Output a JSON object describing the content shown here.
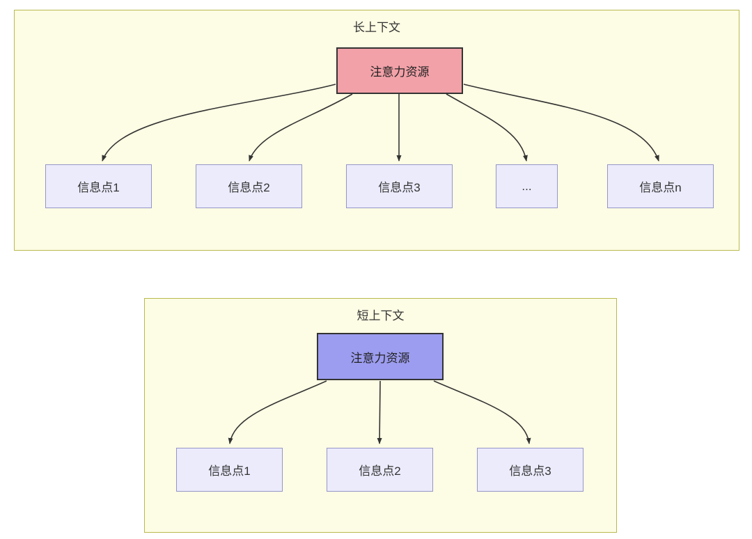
{
  "colors": {
    "panel_bg": "#fdfce4",
    "panel_border": "#b9b94e",
    "attention_long_bg": "#f2a1a8",
    "attention_short_bg": "#9c9cf0",
    "node_bg": "#ebebfc",
    "node_border": "#9595c9",
    "arrow_color": "#333333"
  },
  "long_context": {
    "title": "长上下文",
    "attention_label": "注意力资源",
    "nodes": [
      {
        "label": "信息点1"
      },
      {
        "label": "信息点2"
      },
      {
        "label": "信息点3"
      },
      {
        "label": "..."
      },
      {
        "label": "信息点n"
      }
    ]
  },
  "short_context": {
    "title": "短上下文",
    "attention_label": "注意力资源",
    "nodes": [
      {
        "label": "信息点1"
      },
      {
        "label": "信息点2"
      },
      {
        "label": "信息点3"
      }
    ]
  }
}
